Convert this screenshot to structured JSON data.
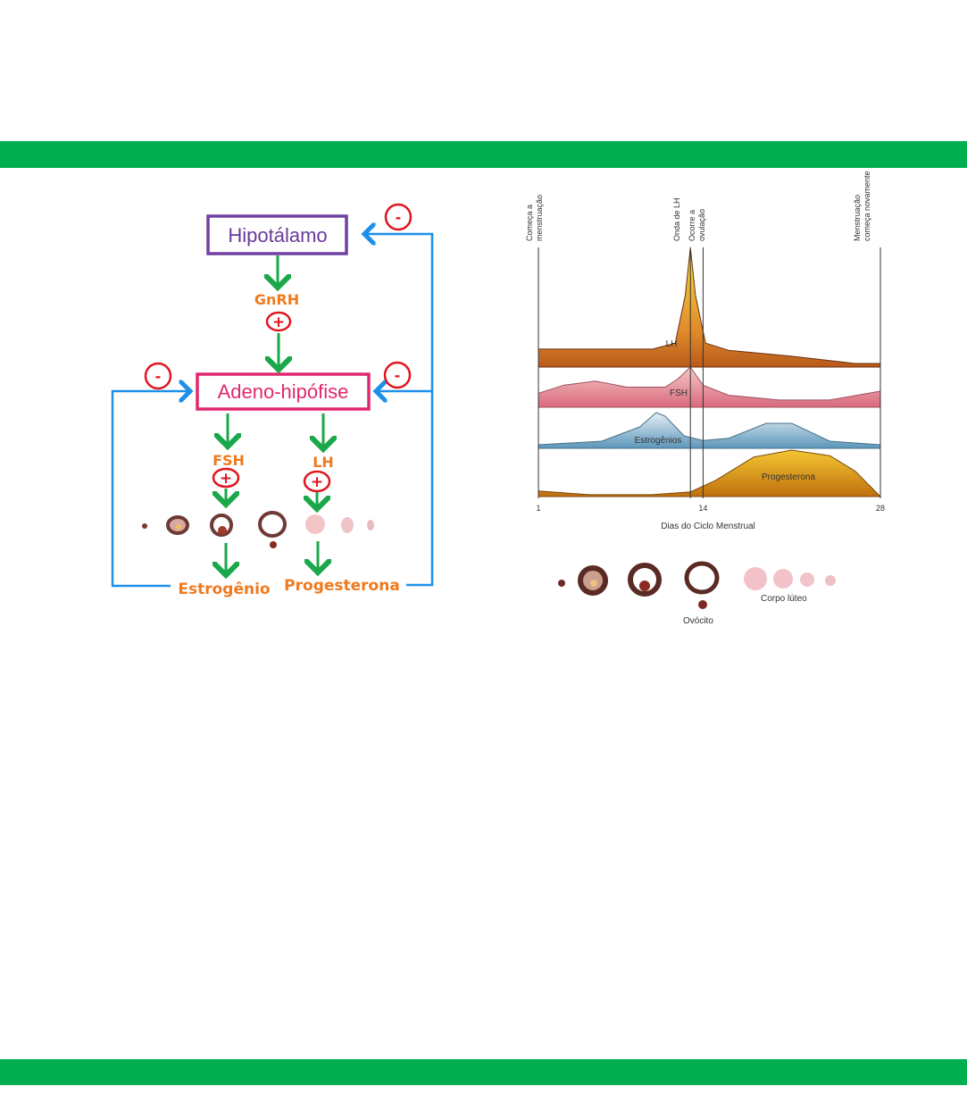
{
  "colors": {
    "band": "#00ad4f",
    "stimulatory_arrow": "#1aa84b",
    "inhibitory_arrow": "#1e90e8",
    "hormone_label": "#f07a1e",
    "sign": "#e0151d",
    "hypothalamus_box": "#7040a0",
    "pituitary_box": "#e0286e"
  },
  "feedback_diagram": {
    "hypothalamus": "Hipotálamo",
    "pituitary": "Adeno-hipófise",
    "gnrh": "GnRH",
    "fsh": "FSH",
    "lh": "LH",
    "estrogen": "Estrogênio",
    "progesterone": "Progesterona",
    "plus_sign": "+",
    "minus_sign": "-",
    "follicle_icon": "ovarian-follicle-stages"
  },
  "chart_data": {
    "type": "area",
    "title": "",
    "xlabel": "Dias do Ciclo Menstrual",
    "ylabel": "",
    "xlim": [
      1,
      28
    ],
    "x_ticks": [
      "1",
      "14",
      "28"
    ],
    "grid": false,
    "legend": "none",
    "events": [
      {
        "day": 1,
        "label": "Começa a menstruação"
      },
      {
        "day": 13,
        "label": "Onda de LH"
      },
      {
        "day": 14,
        "label": "Ocorre a ovulação"
      },
      {
        "day": 28,
        "label": "Menstruação começa novamente"
      }
    ],
    "series": [
      {
        "name": "LH",
        "color": "#c8601e",
        "x": [
          1,
          5,
          10,
          11.8,
          12.6,
          13,
          13.4,
          14.2,
          16,
          21,
          26,
          28
        ],
        "y": [
          0.15,
          0.15,
          0.15,
          0.2,
          0.6,
          1.0,
          0.6,
          0.2,
          0.14,
          0.09,
          0.03,
          0.03
        ]
      },
      {
        "name": "FSH",
        "color": "#e89aa0",
        "x": [
          1,
          3,
          5.5,
          8,
          11,
          12,
          13,
          14,
          16,
          20,
          24,
          28
        ],
        "y": [
          0.35,
          0.55,
          0.65,
          0.5,
          0.5,
          0.7,
          1.0,
          0.55,
          0.3,
          0.18,
          0.18,
          0.4
        ]
      },
      {
        "name": "Estrogênios",
        "color": "#8ab8d0",
        "x": [
          1,
          6,
          9,
          10.3,
          11,
          12.5,
          14,
          16,
          19,
          21,
          24,
          28
        ],
        "y": [
          0.1,
          0.2,
          0.6,
          1.0,
          0.9,
          0.35,
          0.22,
          0.28,
          0.7,
          0.7,
          0.2,
          0.1
        ]
      },
      {
        "name": "Progesterona",
        "color": "#d88a10",
        "x": [
          1,
          5,
          10,
          13,
          15,
          18,
          21,
          24,
          26,
          28
        ],
        "y": [
          0.12,
          0.04,
          0.04,
          0.1,
          0.35,
          0.85,
          1.0,
          0.88,
          0.55,
          0.0
        ]
      }
    ],
    "annotations": [
      "Ovócito",
      "Corpo lúteo"
    ]
  }
}
